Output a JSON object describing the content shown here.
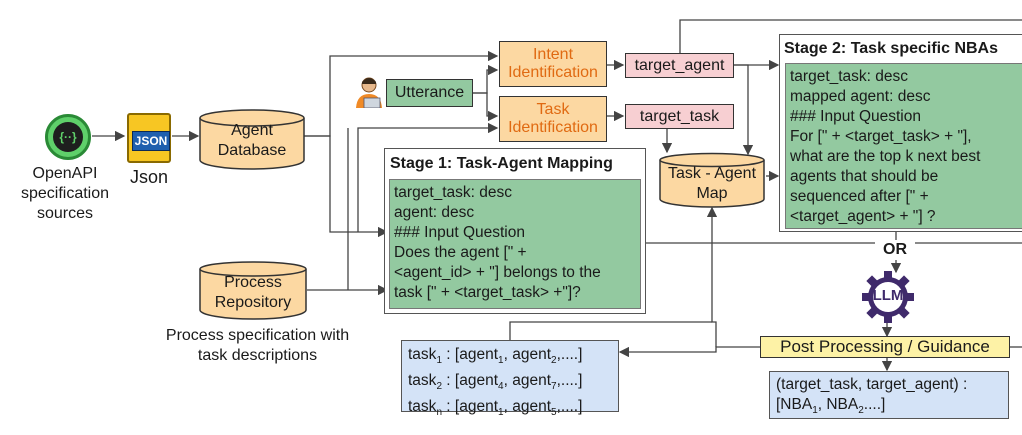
{
  "sources": {
    "openapi_label": "OpenAPI specification sources",
    "json_badge": "JSON",
    "json_label": "Json",
    "openapi_glyph": "{··}"
  },
  "agent_db": {
    "label": "Agent Database"
  },
  "process_repo": {
    "label": "Process Repository"
  },
  "process_caption": "Process specification with task descriptions",
  "utterance": {
    "label": "Utterance"
  },
  "intent": {
    "label": "Intent Identification"
  },
  "task_ident": {
    "label": "Task Identification"
  },
  "target_agent": {
    "label": "target_agent"
  },
  "target_task": {
    "label": "target_task"
  },
  "task_agent_map": {
    "label": "Task - Agent Map"
  },
  "stage1": {
    "title": "Stage 1: Task-Agent Mapping",
    "lines": [
      "target_task: desc",
      "agent: desc",
      "### Input Question",
      "Does the agent [\" +",
      "<agent_id> + \"] belongs to the",
      "task [\" + <target_task> +\"]?"
    ]
  },
  "stage2": {
    "title": "Stage 2: Task specific NBAs",
    "lines": [
      "target_task: desc",
      "mapped agent: desc",
      "### Input Question",
      "For [\" + <target_task> + \"],",
      "what are the top k next best",
      "agents that should be",
      "sequenced after [\" +",
      "<target_agent> + \"] ?"
    ]
  },
  "or_label": "OR",
  "llm_label": "LLM",
  "post_processing": {
    "label": "Post Processing / Guidance"
  },
  "task_list": {
    "rows": [
      {
        "task": "task",
        "task_sub": "1",
        "a": "agent",
        "a_sub": "1",
        "b": "agent",
        "b_sub": "2",
        "tail": ",....]"
      },
      {
        "task": "task",
        "task_sub": "2",
        "a": "agent",
        "a_sub": "4",
        "b": "agent",
        "b_sub": "7",
        "tail": ",....]"
      },
      {
        "task": "task",
        "task_sub": "n",
        "a": "agent",
        "a_sub": "1",
        "b": "agent",
        "b_sub": "5",
        "tail": ",....]"
      }
    ]
  },
  "nba_output": {
    "line1": "(target_task, target_agent)  :",
    "line2_prefix": "[NBA",
    "sub1": "1",
    "mid": ", NBA",
    "sub2": "2",
    "tail": "....]"
  },
  "colors": {
    "orange_fill": "#fcd8a2",
    "orange_text": "#e06a12",
    "pink_fill": "#f7cfd2",
    "green_fill": "#93c9a0",
    "blue_fill": "#d4e3f7",
    "yellow_fill": "#fdf2a6",
    "llm_purple": "#3f2a6b"
  }
}
